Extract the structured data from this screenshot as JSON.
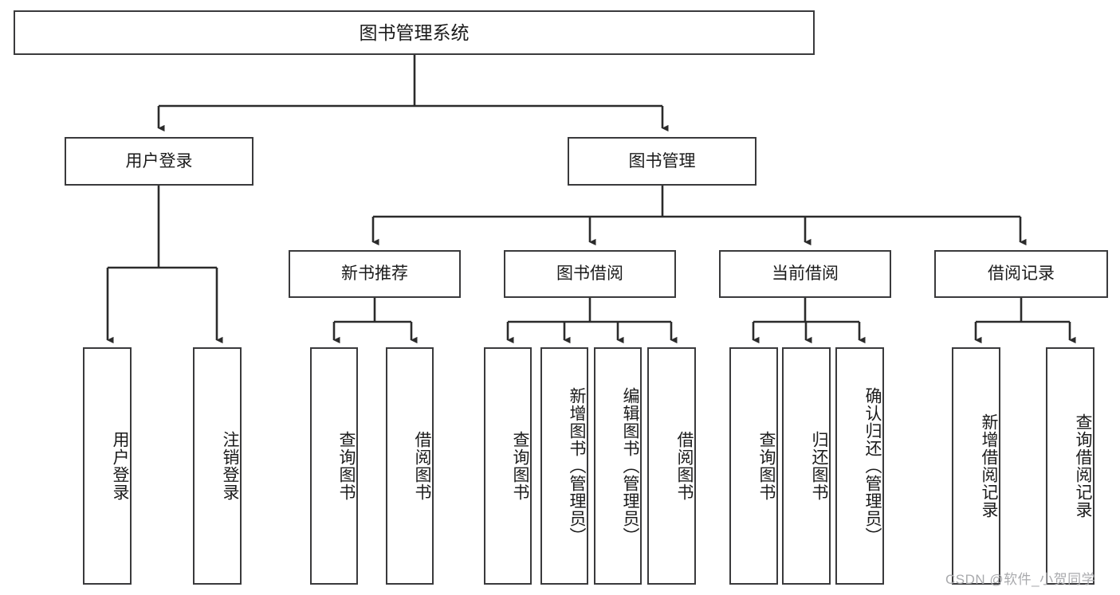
{
  "diagram": {
    "type": "tree",
    "title": "图书管理系统",
    "watermark": "CSDN @软件_小贺同学",
    "colors": {
      "box_border": "#3a3a3c",
      "box_fill": "#ffffff",
      "connector": "#2b2b2b",
      "text": "#1b1b1b",
      "watermark": "#a9aaad",
      "background": "#ffffff"
    },
    "nodes": {
      "root": {
        "label": "图书管理系统"
      },
      "level1": [
        {
          "id": "user-login",
          "label": "用户登录"
        },
        {
          "id": "book-manage",
          "label": "图书管理"
        }
      ],
      "level2": [
        {
          "id": "new-book-recommend",
          "label": "新书推荐"
        },
        {
          "id": "book-borrow",
          "label": "图书借阅"
        },
        {
          "id": "current-borrow",
          "label": "当前借阅"
        },
        {
          "id": "borrow-record",
          "label": "借阅记录"
        }
      ],
      "leaves": [
        {
          "id": "leaf-user-login",
          "label": "用户登录"
        },
        {
          "id": "leaf-logout-login",
          "label": "注销登录"
        },
        {
          "id": "leaf-query-book-1",
          "label": "查询图书"
        },
        {
          "id": "leaf-borrow-book-1",
          "label": "借阅图书"
        },
        {
          "id": "leaf-query-book-2",
          "label": "查询图书"
        },
        {
          "id": "leaf-add-book-admin",
          "label": "新增图书（管理员）"
        },
        {
          "id": "leaf-edit-book-admin",
          "label": "编辑图书（管理员）"
        },
        {
          "id": "leaf-borrow-book-2",
          "label": "借阅图书"
        },
        {
          "id": "leaf-query-book-3",
          "label": "查询图书"
        },
        {
          "id": "leaf-return-book",
          "label": "归还图书"
        },
        {
          "id": "leaf-confirm-return-admin",
          "label": "确认归还（管理员）"
        },
        {
          "id": "leaf-add-borrow-record",
          "label": "新增借阅记录"
        },
        {
          "id": "leaf-query-borrow-record",
          "label": "查询借阅记录"
        }
      ]
    }
  }
}
